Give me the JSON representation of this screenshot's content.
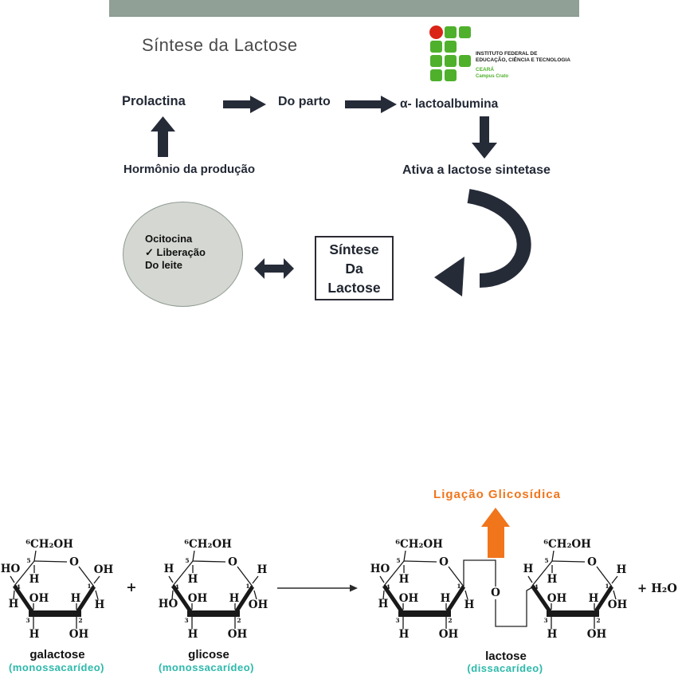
{
  "slide": {
    "title": "Síntese da Lactose",
    "header_bar_color": "#91a096"
  },
  "logo": {
    "line1": "INSTITUTO FEDERAL DE",
    "line2": "EDUCAÇÃO, CIÊNCIA E TECNOLOGIA",
    "state": "CEARÁ",
    "campus": "Campus Crato",
    "green": "#4fb02c",
    "red": "#da2417"
  },
  "flowchart": {
    "prolactina": "Prolactina",
    "do_parto": "Do parto",
    "lactoalbumina": "α- lactoalbumina",
    "hormonio": "Hormônio da produção",
    "ativa": "Ativa a lactose sintetase",
    "ellipse_lines": [
      "Ocitocina",
      "✓ Liberação",
      "Do leite"
    ],
    "box_lines": [
      "Síntese",
      "Da",
      "Lactose"
    ],
    "arrow_color": "#262b38",
    "text_color": "#232936"
  },
  "reaction": {
    "ligacao": "Ligação Glicosídica",
    "plus": "+",
    "water": "+ H₂O",
    "bridge_o": "O",
    "orange": "#f0751b",
    "teal": "#2cb9ab",
    "galactose": {
      "name": "galactose",
      "type": "(monossacarídeo)",
      "labels": {
        "ch2oh": "⁶CH₂OH",
        "ring_o": "O",
        "left_top": "HO",
        "left_bottom": "H",
        "c5_h": "H",
        "c3_up": "OH",
        "c2_up": "H",
        "c1_top": "OH",
        "c1_bottom": "H",
        "c3_down": "H",
        "c2_down": "OH",
        "n1": "1",
        "n2": "2",
        "n3": "3",
        "n4": "4",
        "n5": "5"
      }
    },
    "glicose": {
      "name": "glicose",
      "type": "(monossacarídeo)",
      "labels": {
        "ch2oh": "⁶CH₂OH",
        "ring_o": "O",
        "left_top": "H",
        "left_bottom": "HO",
        "c5_h": "H",
        "c3_up": "OH",
        "c2_up": "H",
        "c1_top": "H",
        "c1_bottom": "OH",
        "c3_down": "H",
        "c2_down": "OH",
        "n1": "1",
        "n2": "2",
        "n3": "3",
        "n4": "4",
        "n5": "5"
      }
    },
    "lactose": {
      "name": "lactose",
      "type": "(dissacarídeo)",
      "left_labels": {
        "ch2oh": "⁶CH₂OH",
        "ring_o": "O",
        "left_top": "HO",
        "left_bottom": "H",
        "c5_h": "H",
        "c3_up": "OH",
        "c2_up": "H",
        "c1_bottom": "H",
        "c3_down": "H",
        "c2_down": "OH",
        "n1": "1",
        "n2": "2",
        "n3": "3",
        "n4": "4",
        "n5": "5"
      },
      "right_labels": {
        "ch2oh": "⁶CH₂OH",
        "ring_o": "O",
        "left_top": "H",
        "c5_h": "H",
        "c3_up": "OH",
        "c2_up": "H",
        "c1_top": "H",
        "c1_bottom": "OH",
        "c3_down": "H",
        "c2_down": "OH",
        "n1": "1",
        "n2": "2",
        "n3": "3",
        "n4": "4",
        "n5": "5"
      }
    }
  }
}
